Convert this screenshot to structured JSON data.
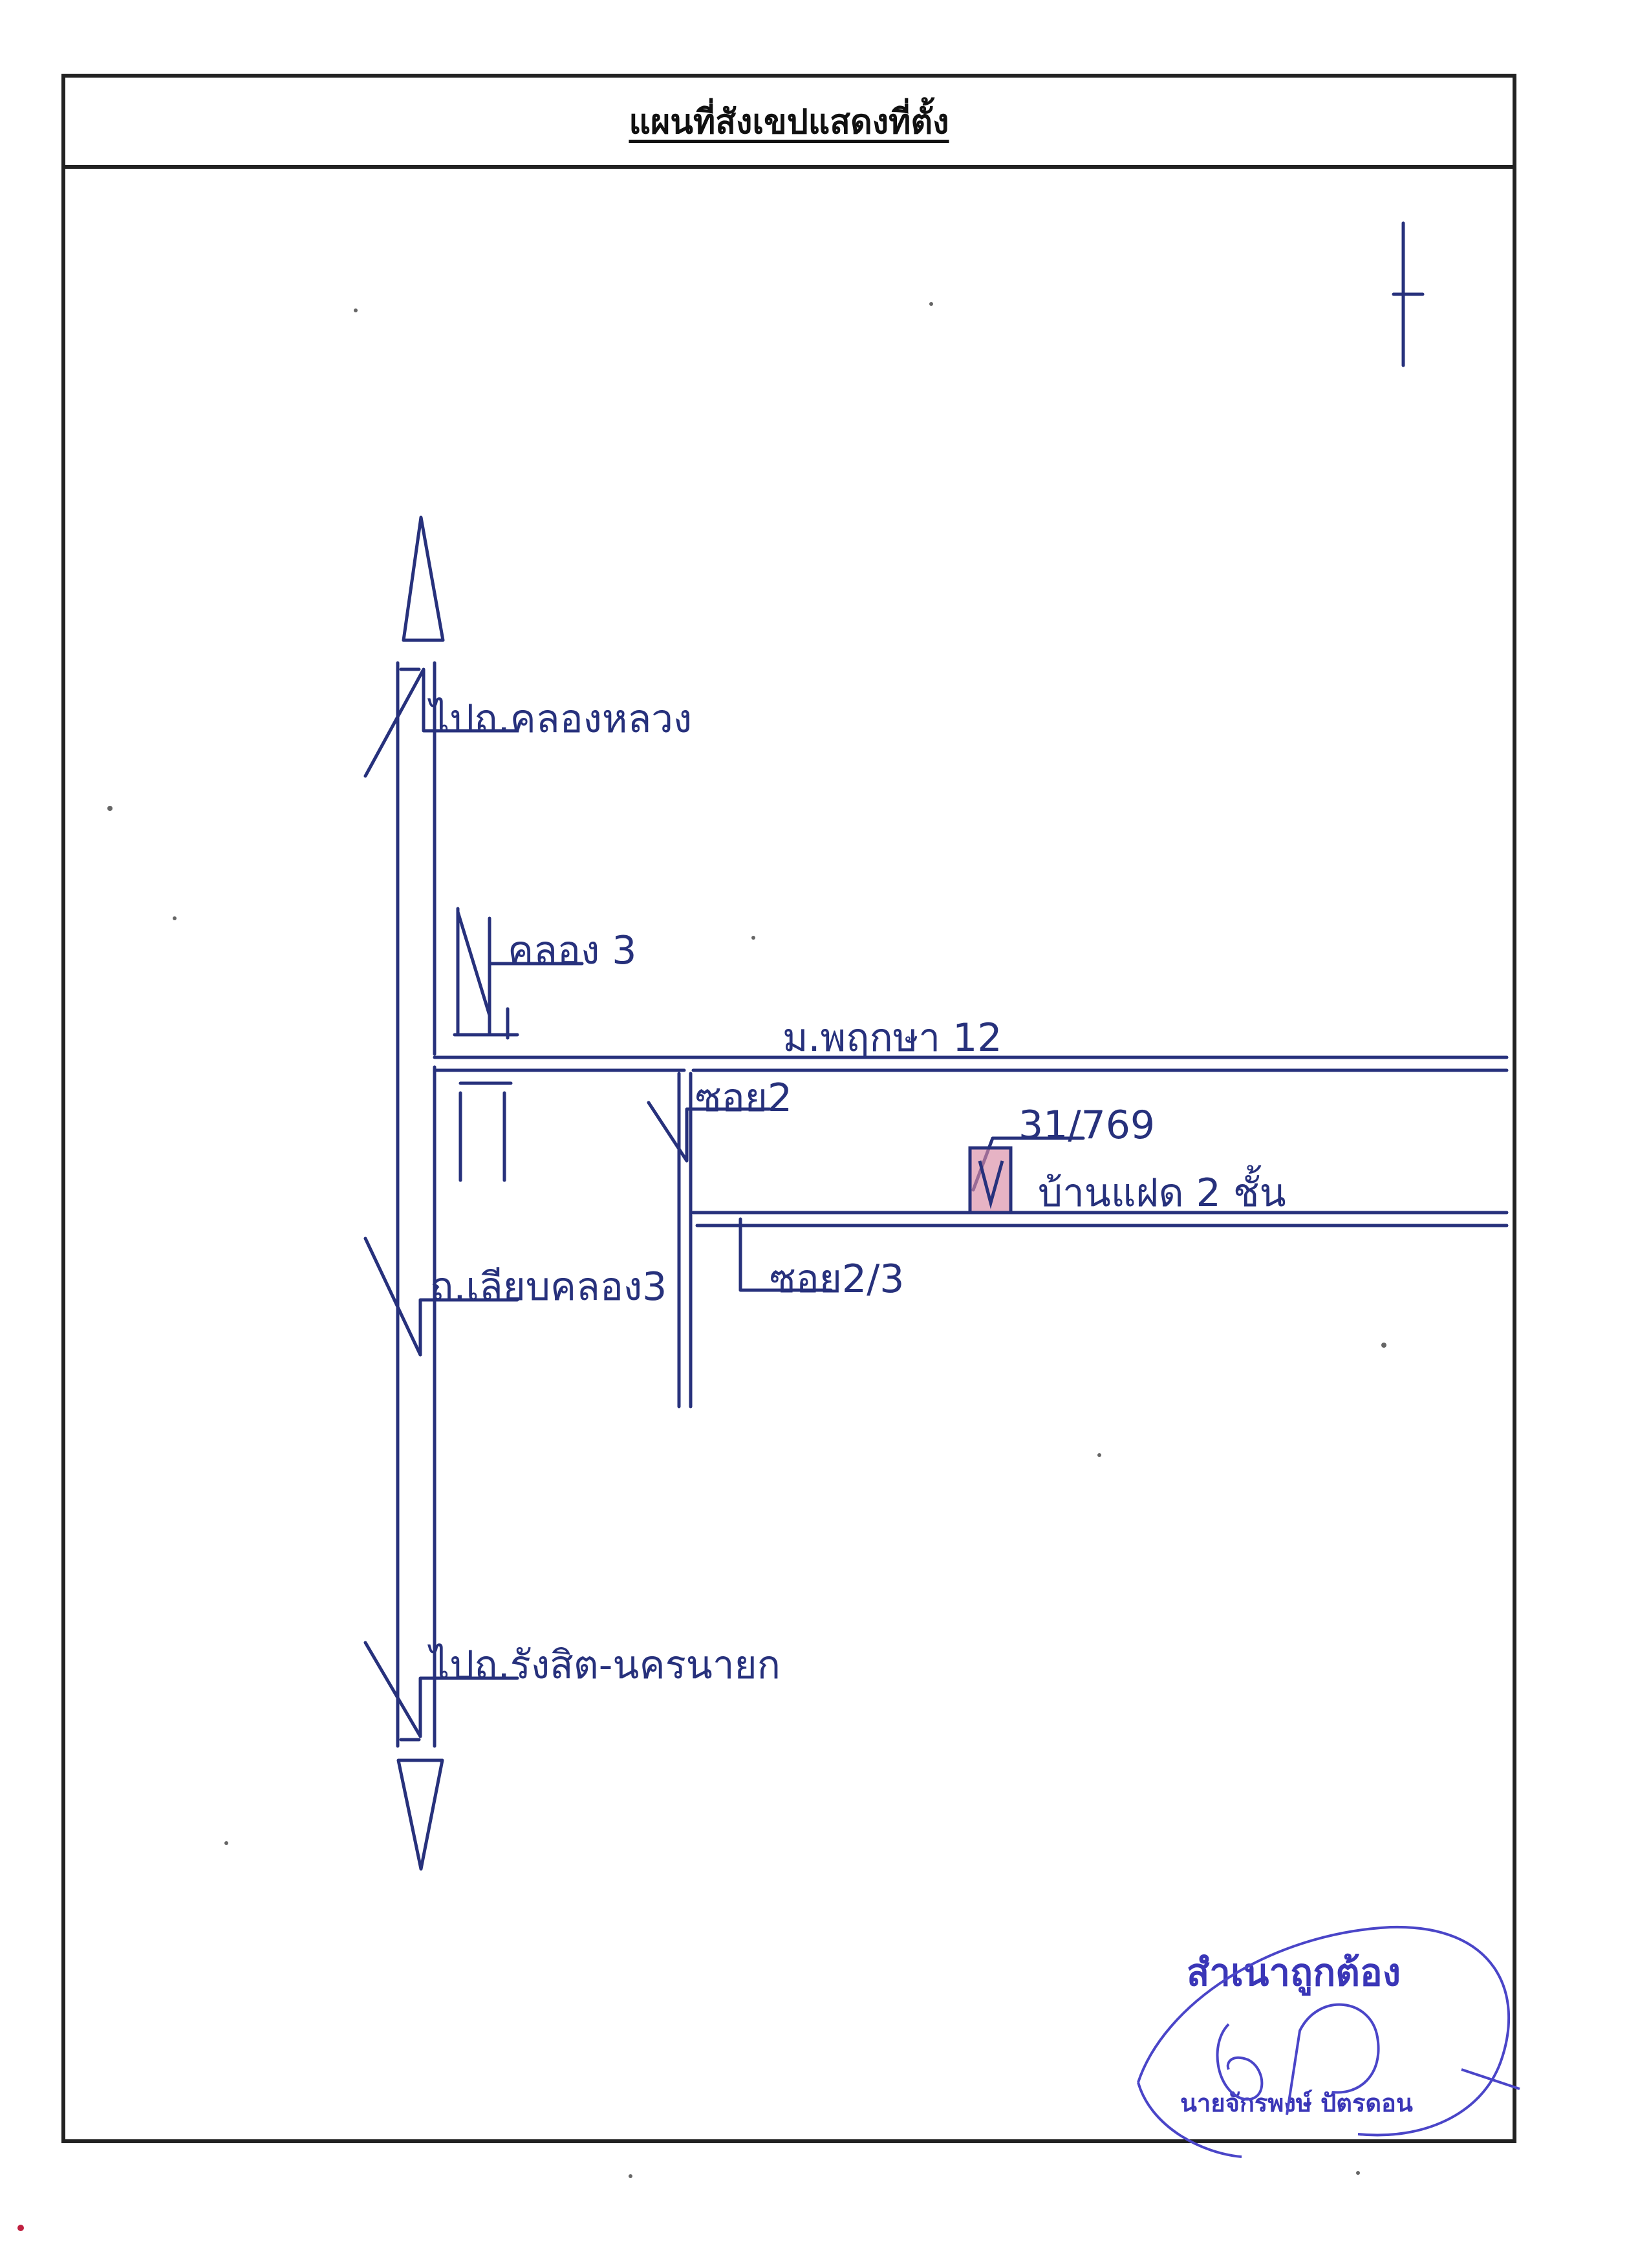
{
  "title": "แผนที่สังเขปแสดงที่ตั้ง",
  "ink_color": "#27317c",
  "stamp_color": "#3a36b7",
  "house_fill_color": "#d98aa4",
  "north_arrow": {
    "icon": "north-arrow-icon"
  },
  "labels": {
    "to_khlong_luang": "ไปถ.คลองหลวง",
    "khlong_3": "คลอง 3",
    "village_name": "ม.พฤกษา 12",
    "soi_2": "ซอย2",
    "house_number": "31/769",
    "house_desc": "บ้านแฝด 2 ชั้น",
    "riab_khlong_3": "ถ.เลียบคลอง3",
    "soi_2_3": "ซอย2/3",
    "to_rangsit": "ไปถ.รังสิต-นครนายก"
  },
  "stamp": {
    "text": "สำเนาถูกต้อง",
    "name": "นายจักรพงษ์ ปัตรดอน"
  }
}
